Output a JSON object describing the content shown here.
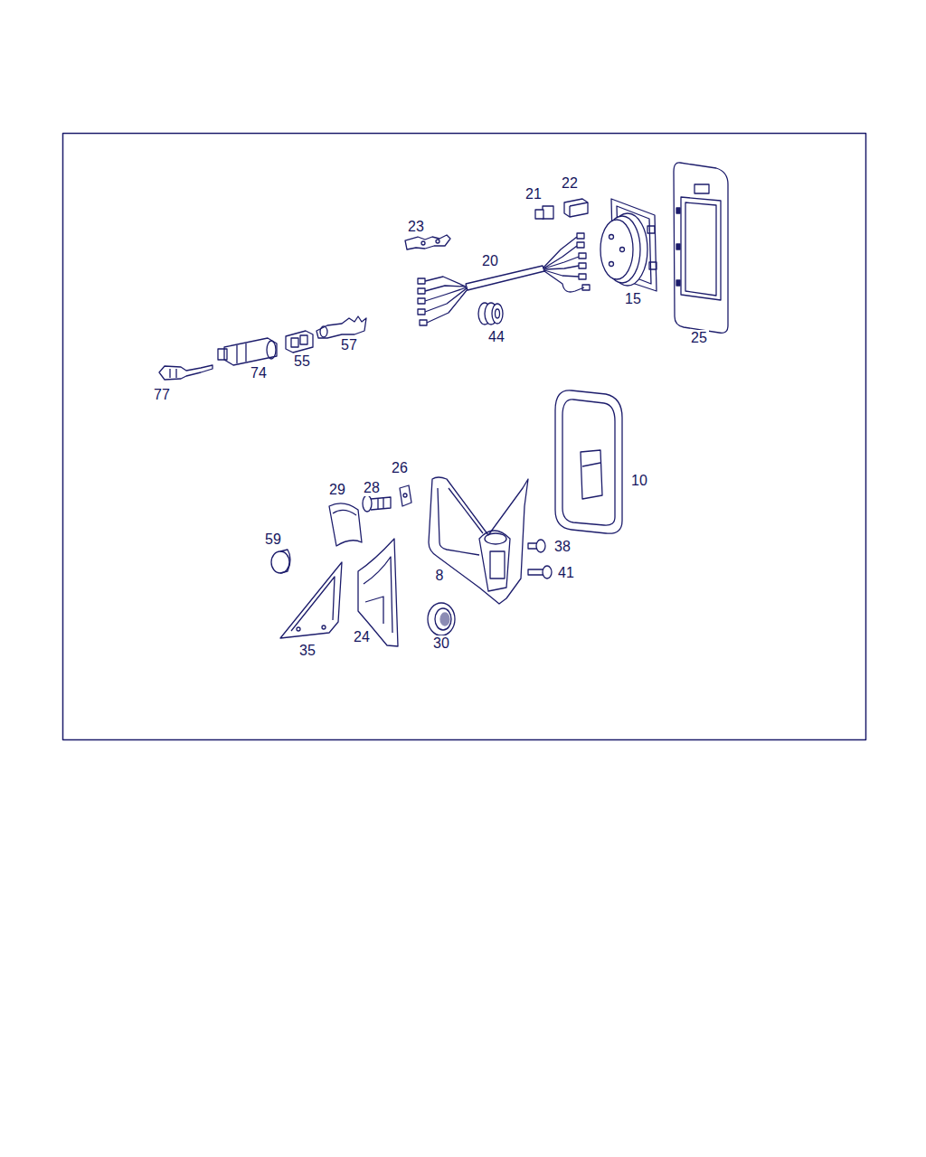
{
  "diagram": {
    "labels": [
      "23",
      "21",
      "22",
      "20",
      "15",
      "25",
      "57",
      "55",
      "44",
      "74",
      "77",
      "10",
      "26",
      "29",
      "28",
      "59",
      "8",
      "38",
      "41",
      "30",
      "24",
      "35"
    ]
  }
}
